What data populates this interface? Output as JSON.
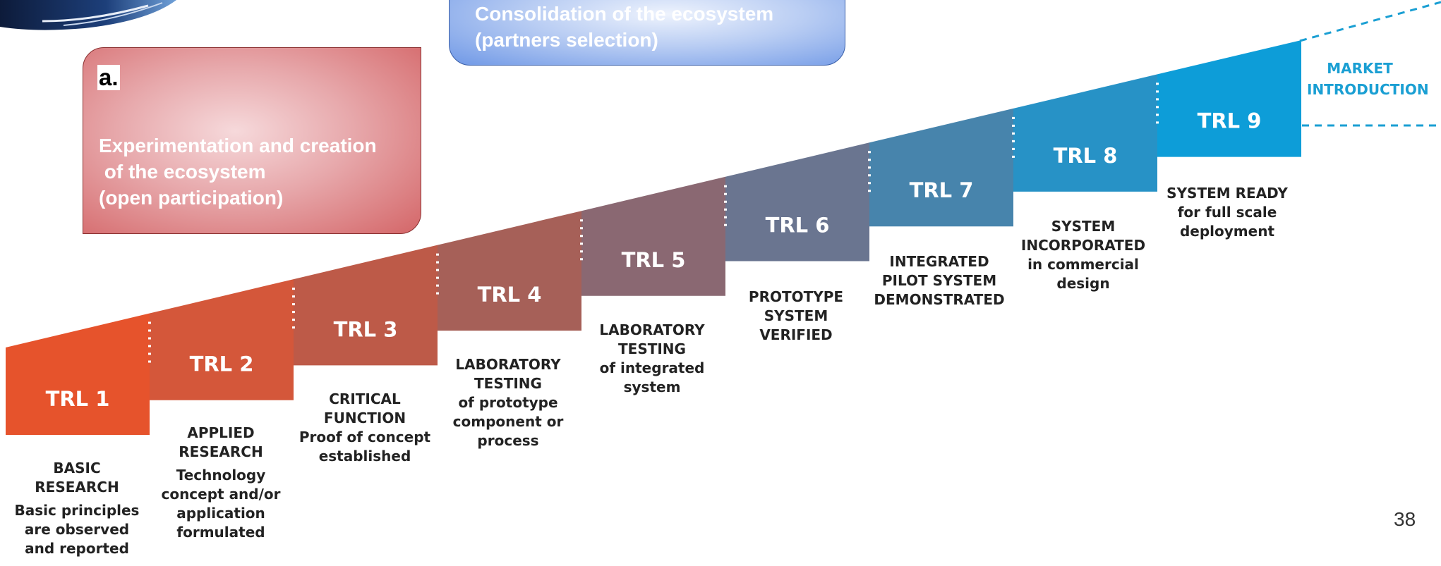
{
  "boxes": {
    "partners": {
      "text": "Consolidation of the ecosystem\n(partners selection)"
    },
    "open": {
      "letter": "a.",
      "text": "Experimentation and creation\n of the ecosystem\n(open participation)"
    }
  },
  "steps": [
    {
      "trl": "TRL 1",
      "heading": "BASIC\nRESEARCH",
      "body": "Basic principles\nare observed\nand reported",
      "color": "#e6532c"
    },
    {
      "trl": "TRL 2",
      "heading": "APPLIED\nRESEARCH",
      "body": "Technology\nconcept and/or\napplication\nformulated",
      "color": "#d4573a"
    },
    {
      "trl": "TRL 3",
      "heading": "CRITICAL\nFUNCTION",
      "body": "Proof of concept\nestablished",
      "color": "#bd5a48"
    },
    {
      "trl": "TRL 4",
      "heading": "LABORATORY\nTESTING",
      "body": "of prototype\ncomponent or\nprocess",
      "color": "#a66058"
    },
    {
      "trl": "TRL 5",
      "heading": "LABORATORY\nTESTING",
      "body": "of integrated\nsystem",
      "color": "#8a6872"
    },
    {
      "trl": "TRL 6",
      "heading": "PROTOTYPE\nSYSTEM\nVERIFIED",
      "body": "",
      "color": "#6a7590"
    },
    {
      "trl": "TRL 7",
      "heading": "INTEGRATED\nPILOT SYSTEM\nDEMONSTRATED",
      "body": "",
      "color": "#4784ac"
    },
    {
      "trl": "TRL 8",
      "heading": "SYSTEM\nINCORPORATED",
      "body": "in commercial\ndesign",
      "color": "#2792c6"
    },
    {
      "trl": "TRL 9",
      "heading": "SYSTEM READY",
      "body": "for full scale\ndeployment",
      "color": "#0d9dd8"
    }
  ],
  "market": {
    "label": "MARKET\nINTRODUCTION",
    "color": "#1a9fd3"
  },
  "page_number": "38"
}
